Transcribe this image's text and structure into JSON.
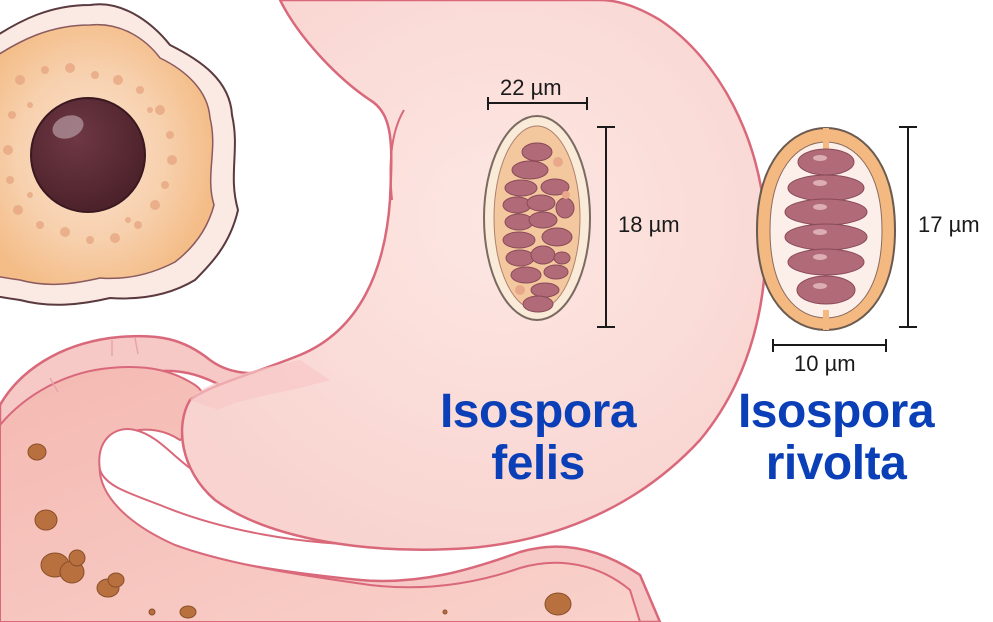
{
  "colors": {
    "label_blue": "#0a3fb8",
    "tissue_pink": "#f9d9d6",
    "tissue_outline": "#d9697a",
    "cell_orange": "#f6c491",
    "nucleus": "#5a2a36",
    "sporozoite": "#b06a78",
    "oocyst_wall": "#f3b980",
    "debris_brown": "#b8703e"
  },
  "oocysts": {
    "felis": {
      "name_line1": "Isospora",
      "name_line2": "felis",
      "width_label": "22 µm",
      "height_label": "18 µm"
    },
    "rivolta": {
      "name_line1": "Isospora",
      "name_line2": "rivolta",
      "height_label": "17 µm",
      "width_label": "10 µm"
    }
  }
}
